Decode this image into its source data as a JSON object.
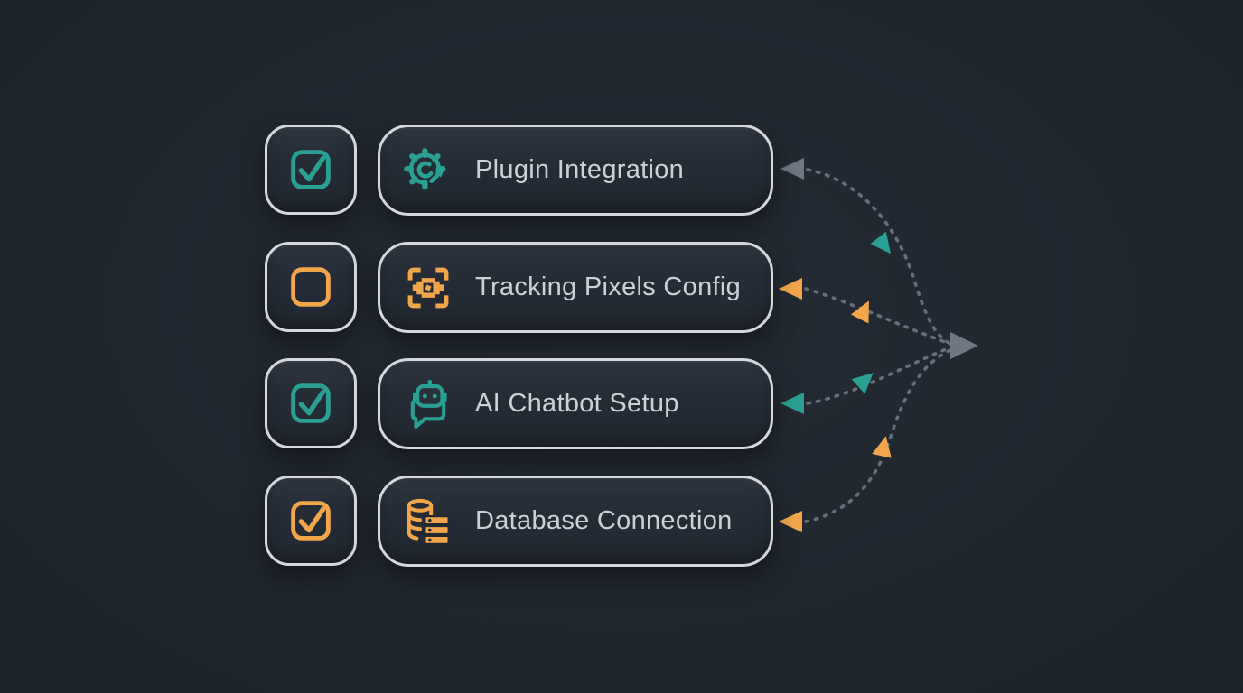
{
  "colors": {
    "teal": "#29a093",
    "orange": "#f2a64c",
    "gray": "#6e7884",
    "border": "#d4d8dd",
    "label": "#ccd1d8",
    "bg": "#20262e"
  },
  "rows": [
    {
      "label": "Plugin Integration",
      "checked": true,
      "accent": "teal",
      "icon": "gear-integration-icon",
      "edge_arrow": "gray",
      "mid_arrow": "teal"
    },
    {
      "label": "Tracking Pixels Config",
      "checked": false,
      "accent": "orange",
      "icon": "tracking-pixels-icon",
      "edge_arrow": "orange",
      "mid_arrow": "orange"
    },
    {
      "label": "AI Chatbot Setup",
      "checked": true,
      "accent": "teal",
      "icon": "chatbot-icon",
      "edge_arrow": "teal",
      "mid_arrow": "teal"
    },
    {
      "label": "Database Connection",
      "checked": true,
      "accent": "orange",
      "icon": "database-icon",
      "edge_arrow": "orange",
      "mid_arrow": "orange"
    }
  ],
  "connector": {
    "hub_arrow_color": "gray"
  }
}
